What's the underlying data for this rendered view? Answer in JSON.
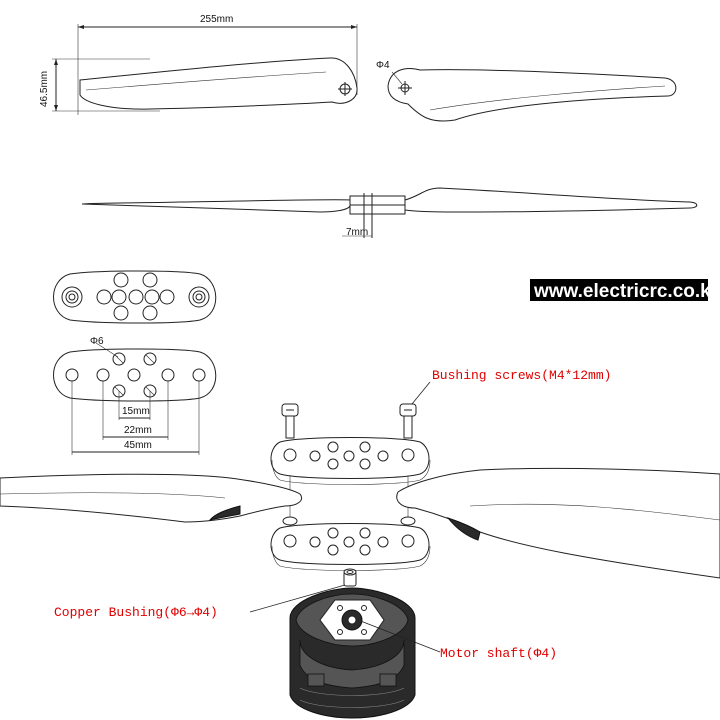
{
  "dimensions": {
    "blade_length": "255mm",
    "blade_width": "46.5mm",
    "hub_hole": "Φ4",
    "hub_thickness": "7mm",
    "plate_hole": "Φ6",
    "spacing_small": "15mm",
    "spacing_mid": "22mm",
    "spacing_large": "45mm"
  },
  "website": "www.electricrc.co.kr",
  "callouts": {
    "bushing_screws": "Bushing screws(M4*12mm)",
    "copper_bushing": "Copper Bushing(Φ6→Φ4)",
    "motor_shaft": "Motor shaft(Φ4)"
  },
  "colors": {
    "callout": "#e00000",
    "line": "#222222",
    "brand_background": "#000000"
  }
}
